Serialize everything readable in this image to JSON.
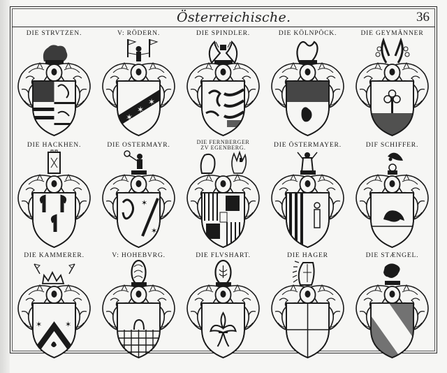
{
  "header": {
    "title": "Österreichische.",
    "page_number": "36"
  },
  "rows": [
    {
      "entries": [
        {
          "label": "DIE STRVTZEN.",
          "shield": "quartered-bars",
          "crest": "beast"
        },
        {
          "label": "V: RÖDERN. ",
          "shield": "bend-stars",
          "crest": "figure-flags"
        },
        {
          "label": "DIE SPINDLER.",
          "shield": "per-pale-wavy",
          "crest": "wings"
        },
        {
          "label": "DIE KÖLNPÖCK.",
          "shield": "chief-checky-goat",
          "crest": "goat"
        },
        {
          "label": "DIE GEYMÄNNER",
          "shield": "tree-base",
          "crest": "horns"
        }
      ]
    },
    {
      "entries": [
        {
          "label": "DIE HACKHEN.",
          "shield": "three-hooks",
          "crest": "tower"
        },
        {
          "label": "DIE OSTERMAYR.",
          "shield": "per-pale-lion-stars",
          "crest": "man-branch"
        },
        {
          "label": "DIE FERNBERGER",
          "label2": "ZV EGENBERG.",
          "shield": "quartered-complex",
          "crest": "two-crests"
        },
        {
          "label": "DIE ÖSTERMAYER.",
          "shield": "per-pale-pales-man",
          "crest": "man"
        },
        {
          "label": "DIF SCHIFFER.",
          "shield": "raven-base",
          "crest": "raven"
        }
      ]
    },
    {
      "entries": [
        {
          "label": "DIE KAMMERER.",
          "shield": "chevron-stars",
          "crest": "crown-flags"
        },
        {
          "label": "V: HOHEBVRG.",
          "shield": "checky-base",
          "crest": "peacock"
        },
        {
          "label": "DIE FLVSHART.",
          "shield": "fleur-de-lis",
          "crest": "fleur"
        },
        {
          "label": "DIE HAGER",
          "shield": "quartered-plain",
          "crest": "rays"
        },
        {
          "label": "DIE STÆNGEL.",
          "shield": "bend-sinister",
          "crest": "beast-small"
        }
      ]
    }
  ],
  "colors": {
    "ink": "#1a1a1a",
    "paper": "#f6f6f4"
  }
}
